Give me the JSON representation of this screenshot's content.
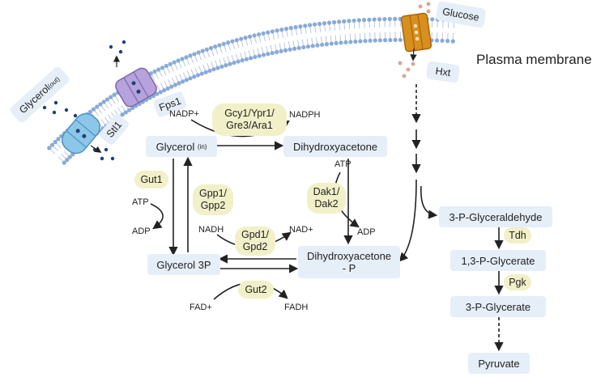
{
  "membrane_label": "Plasma membrane",
  "transporters": [
    {
      "label": "Stl1",
      "color": "#8cc6e8"
    },
    {
      "label": "Fps1",
      "color": "#b7a3dc"
    },
    {
      "label": "Hxt",
      "color": "#d98f1e"
    }
  ],
  "glucose_label": "Glucose",
  "glycerol_out": {
    "main": "Glycerol",
    "sub": "(out)"
  },
  "glycerol_in": {
    "main": "Glycerol",
    "sub": "(in)"
  },
  "metabolites": {
    "dihydroxyacetone": "Dihydroxyacetone",
    "glycerol_3p": "Glycerol 3P",
    "dhap_line1": "Dihydroxyacetone",
    "dhap_line2": "- P",
    "g3p_ald": "3-P-Glyceraldehyde",
    "bpg": "1,3-P-Glycerate",
    "pg3": "3-P-Glycerate",
    "pyruvate": "Pyruvate"
  },
  "enzymes": {
    "gcy1_l1": "Gcy1/Ypr1/",
    "gcy1_l2": "Gre3/Ara1",
    "gut1": "Gut1",
    "gpp_l1": "Gpp1/",
    "gpp_l2": "Gpp2",
    "dak_l1": "Dak1/",
    "dak_l2": "Dak2",
    "gpd_l1": "Gpd1/",
    "gpd_l2": "Gpd2",
    "gut2": "Gut2",
    "tdh": "Tdh",
    "pgk": "Pgk"
  },
  "cofactors": {
    "nadp_plus": "NADP+",
    "nadph": "NADPH",
    "atp_left": "ATP",
    "adp_left": "ADP",
    "atp_right": "ATP",
    "adp_right": "ADP",
    "nadh": "NADH",
    "nad_plus": "NAD+",
    "fad_plus": "FAD+",
    "fadh": "FADH"
  },
  "colors": {
    "arrow": "#222222",
    "metabolite_box": "#e6eef8",
    "enzyme_pill": "#f1f0c8",
    "lipid_head": "#89aad6"
  }
}
